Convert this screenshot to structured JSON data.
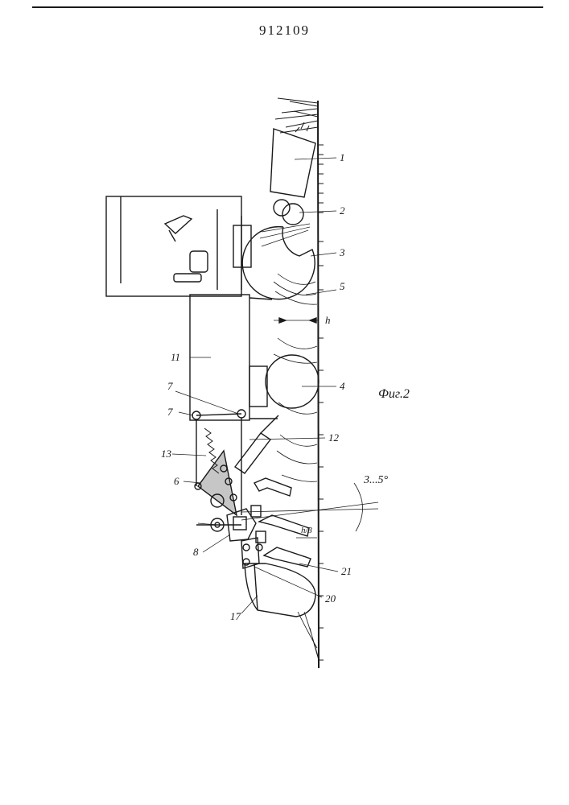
{
  "header": {
    "patent_number": "912109"
  },
  "figure": {
    "caption": "Фиг.2",
    "angle_label": "3...5°",
    "labels": {
      "l1": "1",
      "l2": "2",
      "l3": "3",
      "l4": "4",
      "l5": "5",
      "l6": "6",
      "l7a": "7",
      "l7b": "7",
      "l8": "8",
      "l11": "11",
      "l12": "12",
      "l13": "13",
      "l17": "17",
      "l20": "20",
      "l21": "21",
      "dim_h": "h",
      "dim_h3": "h/3"
    }
  }
}
